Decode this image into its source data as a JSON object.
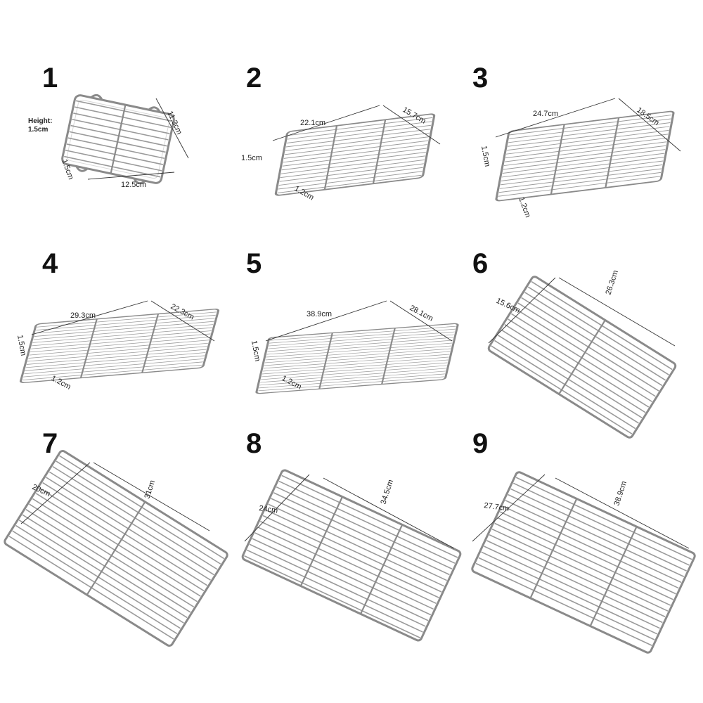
{
  "racks": [
    {
      "number": "1",
      "dims": {
        "width": "12.5cm",
        "depth": "11.3cm",
        "height": "1.5cm",
        "height_label": "Height:",
        "height_value": "1.5cm"
      }
    },
    {
      "number": "2",
      "dims": {
        "width": "22.1cm",
        "depth": "15.7cm",
        "height": "1.5cm",
        "foot": "1.2cm"
      }
    },
    {
      "number": "3",
      "dims": {
        "width": "24.7cm",
        "depth": "18.5cm",
        "height": "1.5cm",
        "foot": "1.2cm"
      }
    },
    {
      "number": "4",
      "dims": {
        "width": "29.3cm",
        "depth": "22.3cm",
        "height": "1.5cm",
        "foot": "1.2cm"
      }
    },
    {
      "number": "5",
      "dims": {
        "width": "38.9cm",
        "depth": "28.1cm",
        "height": "1.5cm",
        "foot": "1.2cm"
      }
    },
    {
      "number": "6",
      "dims": {
        "width": "15.6cm",
        "depth": "26.3cm"
      }
    },
    {
      "number": "7",
      "dims": {
        "width": "20cm",
        "depth": "31cm"
      }
    },
    {
      "number": "8",
      "dims": {
        "width": "24cm",
        "depth": "34.5cm"
      }
    },
    {
      "number": "9",
      "dims": {
        "width": "27.7cm",
        "depth": "38.9cm"
      }
    }
  ],
  "colors": {
    "frame": "#8a8a8a",
    "wire": "#9a9a9a",
    "text": "#111111",
    "background": "#ffffff"
  }
}
